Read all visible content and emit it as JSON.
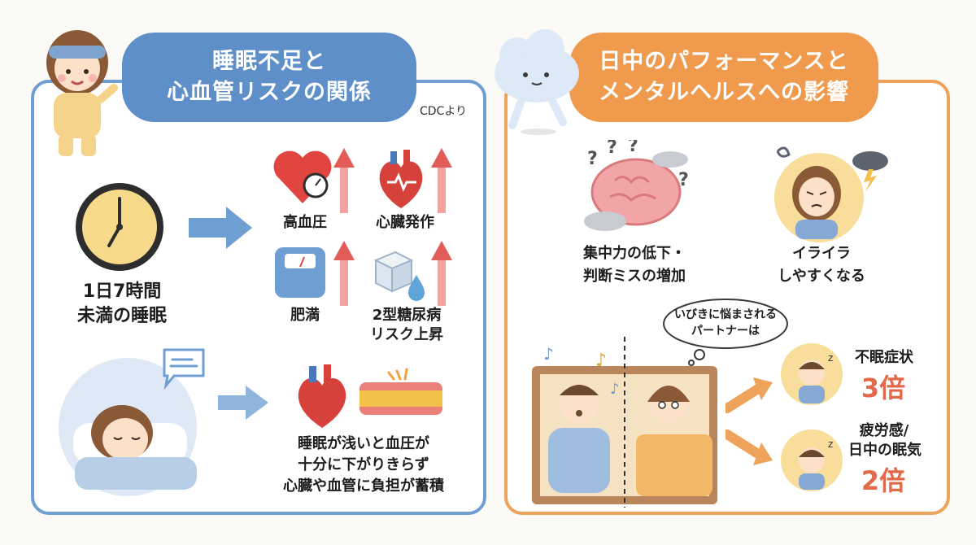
{
  "left_panel": {
    "title_line1": "睡眠不足と",
    "title_line2": "心血管リスクの関係",
    "source": "CDCより",
    "short_sleep_line1": "1日7時間",
    "short_sleep_line2": "未満の睡眠",
    "risks": [
      {
        "label_line1": "高血圧",
        "label_line2": ""
      },
      {
        "label_line1": "心臓発作",
        "label_line2": ""
      },
      {
        "label_line1": "肥満",
        "label_line2": ""
      },
      {
        "label_line1": "2型糖尿病",
        "label_line2": "リスク上昇"
      }
    ],
    "shallow_sleep_line1": "睡眠が浅いと血圧が",
    "shallow_sleep_line2": "十分に下がりきらず",
    "shallow_sleep_line3": "心臓や血管に負担が蓄積"
  },
  "right_panel": {
    "title_line1": "日中のパフォーマンスと",
    "title_line2": "メンタルヘルスへの影響",
    "concentration_line1": "集中力の低下・",
    "concentration_line2": "判断ミスの増加",
    "irritation_line1": "イライラ",
    "irritation_line2": "しやすくなる",
    "thought_line1": "いびきに悩まされる",
    "thought_line2": "パートナーは",
    "effects": [
      {
        "label_line1": "不眠症状",
        "label_line2": "",
        "value": "3倍"
      },
      {
        "label_line1": "疲労感/",
        "label_line2": "日中の眠気",
        "value": "2倍"
      }
    ]
  },
  "colors": {
    "blue": "#5f8fc8",
    "orange": "#ef9a4d",
    "red_value": "#e26a4b"
  }
}
